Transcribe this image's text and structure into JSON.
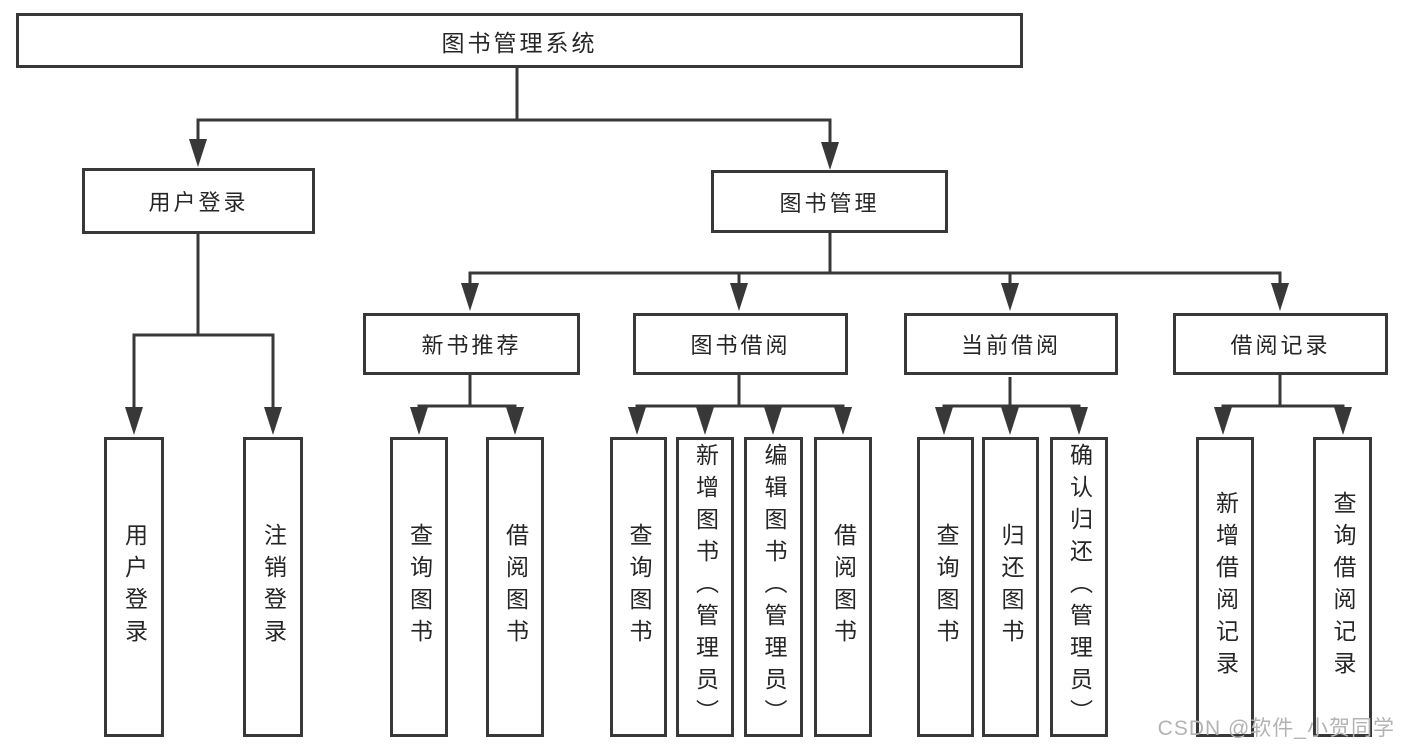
{
  "diagram": {
    "root": {
      "label": "图书管理系统"
    },
    "level1": {
      "user_login": {
        "label": "用户登录"
      },
      "book_management": {
        "label": "图书管理"
      }
    },
    "level2": {
      "new_book_recommend": {
        "label": "新书推荐"
      },
      "book_borrow": {
        "label": "图书借阅"
      },
      "current_borrow": {
        "label": "当前借阅"
      },
      "borrow_record": {
        "label": "借阅记录"
      }
    },
    "leaves": {
      "user_login": [
        "用户登录",
        "注销登录"
      ],
      "new_book_recommend": [
        "查询图书",
        "借阅图书"
      ],
      "book_borrow": [
        "查询图书",
        "新增图书（管理员）",
        "编辑图书（管理员）",
        "借阅图书"
      ],
      "current_borrow": [
        "查询图书",
        "归还图书",
        "确认归还（管理员）"
      ],
      "borrow_record": [
        "新增借阅记录",
        "查询借阅记录"
      ]
    }
  },
  "watermark": "CSDN @软件_小贺同学",
  "colors": {
    "line": "#383838",
    "box_border": "#383838",
    "text": "#262626",
    "watermark": "#b3b3b3",
    "background": "#ffffff"
  }
}
